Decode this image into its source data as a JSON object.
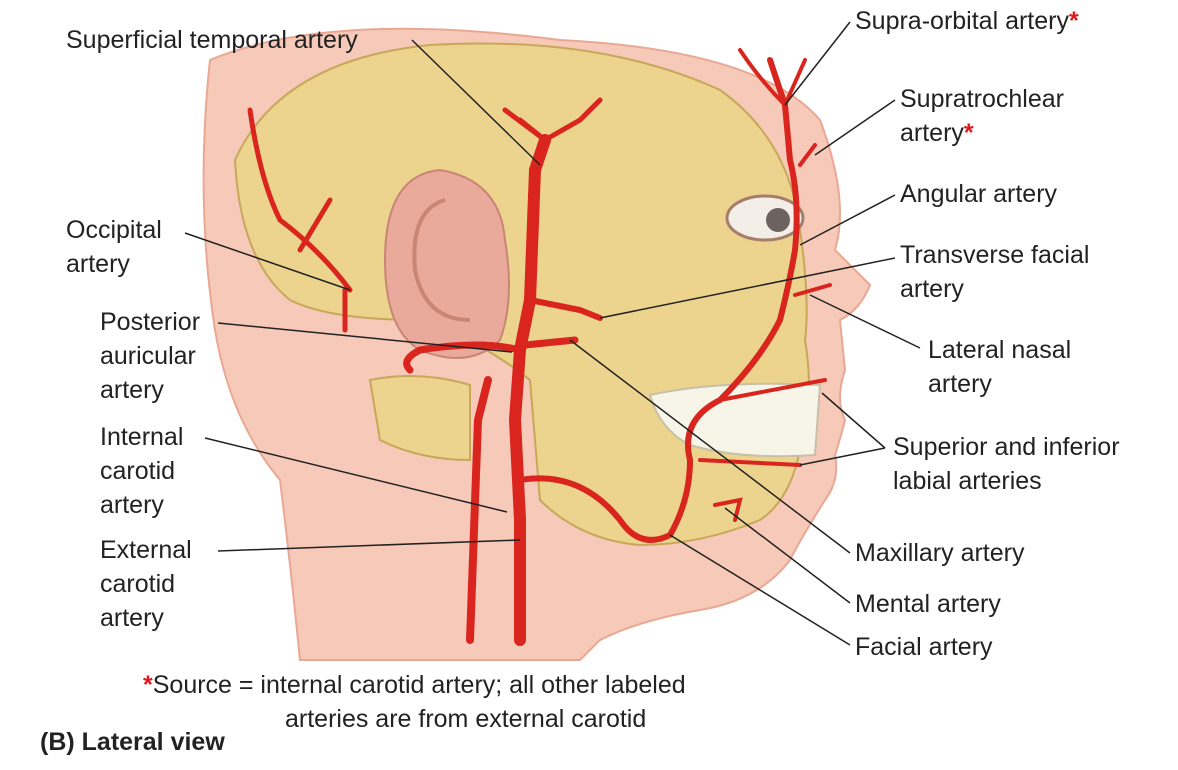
{
  "labels": {
    "superficial_temporal": "Superficial temporal artery",
    "supra_orbital": "Supra-orbital artery",
    "supratrochlear_1": "Supratrochlear",
    "supratrochlear_2": "artery",
    "angular": "Angular artery",
    "transverse_facial_1": "Transverse facial",
    "transverse_facial_2": "artery",
    "lateral_nasal_1": "Lateral nasal",
    "lateral_nasal_2": "artery",
    "labial_1": "Superior and inferior",
    "labial_2": "labial arteries",
    "maxillary": "Maxillary artery",
    "mental": "Mental artery",
    "facial": "Facial artery",
    "occipital_1": "Occipital",
    "occipital_2": "artery",
    "posterior_auricular_1": "Posterior",
    "posterior_auricular_2": "auricular",
    "posterior_auricular_3": "artery",
    "internal_carotid_1": "Internal",
    "internal_carotid_2": "carotid",
    "internal_carotid_3": "artery",
    "external_carotid_1": "External",
    "external_carotid_2": "carotid",
    "external_carotid_3": "artery"
  },
  "asterisk": "*",
  "footnote": {
    "line1": "Source = internal carotid artery; all other labeled",
    "line2": "arteries are from external carotid"
  },
  "caption": "(B) Lateral view",
  "colors": {
    "artery": "#d9251d",
    "skull": "#ecd48e",
    "skin": "#f6c9b8",
    "star": "#e0191e"
  }
}
